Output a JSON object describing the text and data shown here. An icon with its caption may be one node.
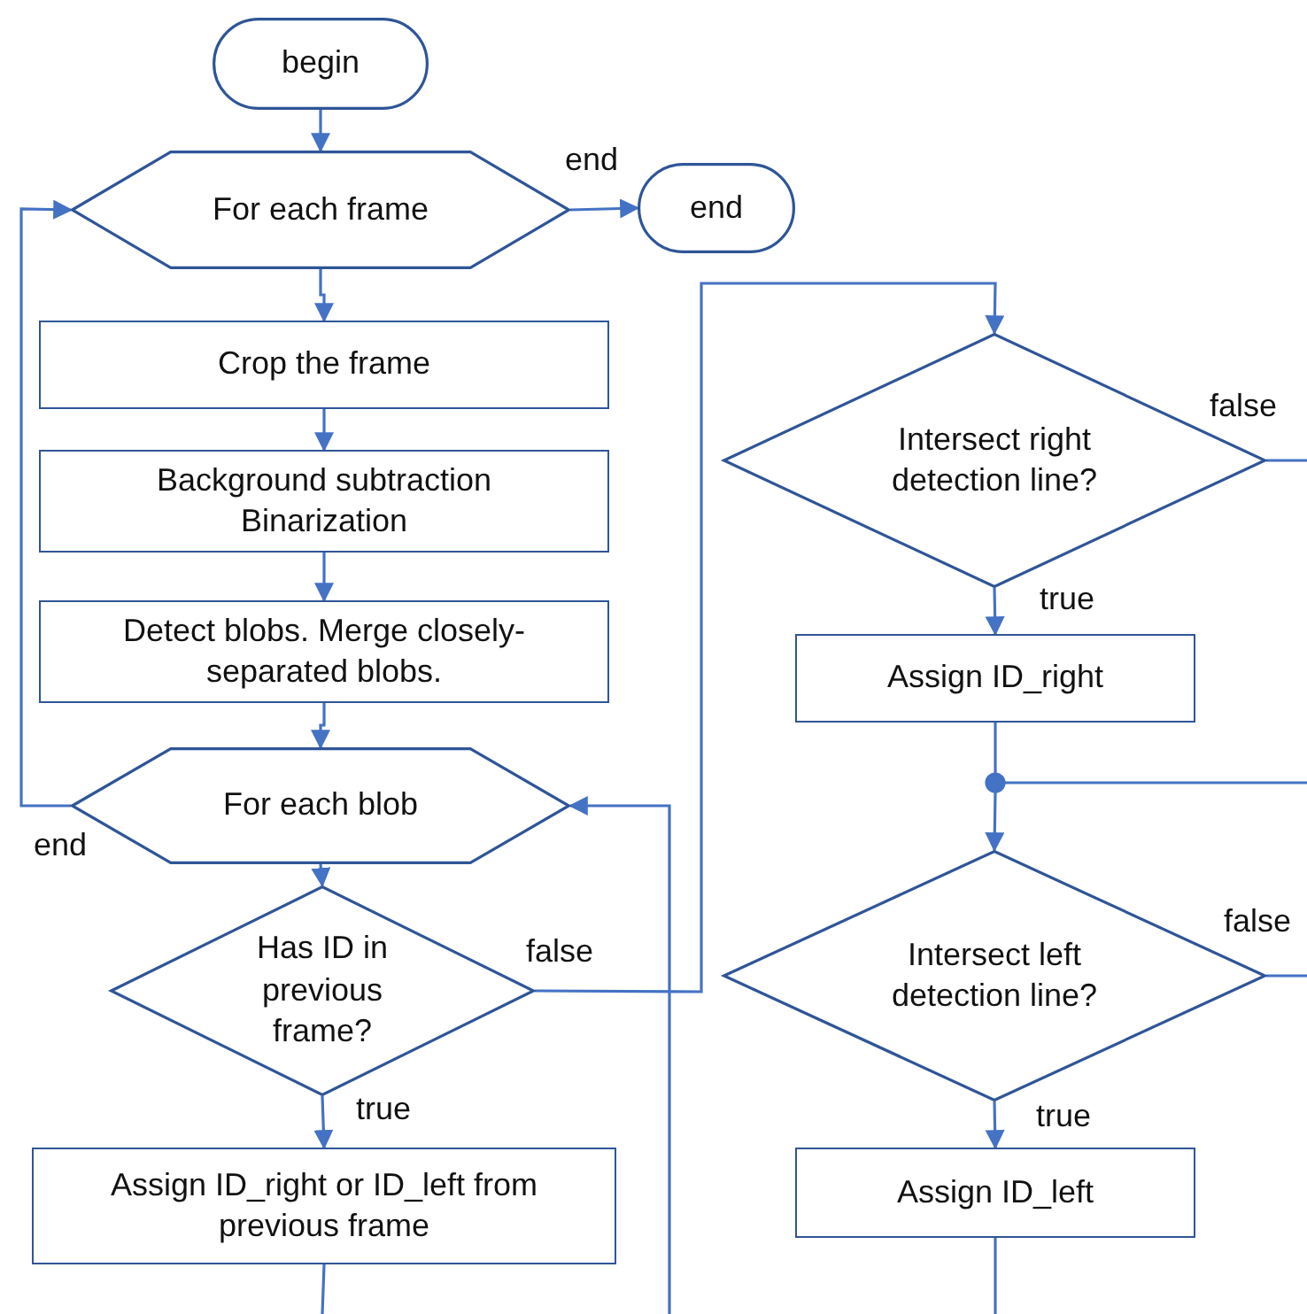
{
  "diagram": {
    "nodes": [
      {
        "text": [
          "begin"
        ]
      },
      {
        "text": [
          "For each frame"
        ]
      },
      {
        "text": [
          "end"
        ]
      },
      {
        "text": [
          "Crop the frame"
        ]
      },
      {
        "text": [
          "Background subtraction Binarization"
        ]
      },
      {
        "text": [
          "Detect blobs. Merge closely-separated blobs."
        ]
      },
      {
        "text": [
          "For each blob"
        ]
      },
      {
        "text": [
          "Has ID in previous frame?"
        ]
      },
      {
        "text": [
          "Assign ID_right or ID_left from previous frame"
        ]
      },
      {
        "text": [
          "Intersect right detection line?"
        ]
      },
      {
        "text": [
          "Assign ID_right"
        ]
      },
      {
        "text": [],
        "shape": "circle"
      },
      {
        "text": [
          "Intersect left detection line?"
        ]
      },
      {
        "text": [
          "Assign ID_left"
        ]
      }
    ],
    "edges": [
      {
        "from": 0,
        "to": 1,
        "arrow": "to"
      },
      {
        "from": 1,
        "to": 2,
        "arrow": "to",
        "label": "end"
      },
      {
        "from": 1,
        "to": 3,
        "arrow": "to"
      },
      {
        "from": 3,
        "to": 4,
        "arrow": "to"
      },
      {
        "from": 4,
        "to": 5,
        "arrow": "to"
      },
      {
        "from": 5,
        "to": 6,
        "arrow": "to"
      },
      {
        "from": 6,
        "to": 1,
        "arrow": "to",
        "label": "end"
      },
      {
        "from": 6,
        "to": 7,
        "arrow": "to"
      },
      {
        "from": 7,
        "to": 8,
        "arrow": "to",
        "label": "true"
      },
      {
        "from": 7,
        "to": 9,
        "arrow": "to",
        "label": "false"
      },
      {
        "from": 8,
        "to": null,
        "arrow": "none"
      },
      {
        "from": 9,
        "to": 10,
        "arrow": "to",
        "label": "true"
      },
      {
        "from": 9,
        "to": null,
        "arrow": "none",
        "label": "false"
      },
      {
        "from": 10,
        "to": 11,
        "arrow": "none"
      },
      {
        "from": 11,
        "to": 12,
        "arrow": "to"
      },
      {
        "from": 11,
        "to": null,
        "arrow": "none"
      },
      {
        "from": 12,
        "to": 13,
        "arrow": "to",
        "label": "true"
      },
      {
        "from": 12,
        "to": null,
        "arrow": "none",
        "label": "false"
      },
      {
        "from": 13,
        "to": null,
        "arrow": "none"
      },
      {
        "from": null,
        "to": 6,
        "arrow": "to"
      }
    ]
  }
}
